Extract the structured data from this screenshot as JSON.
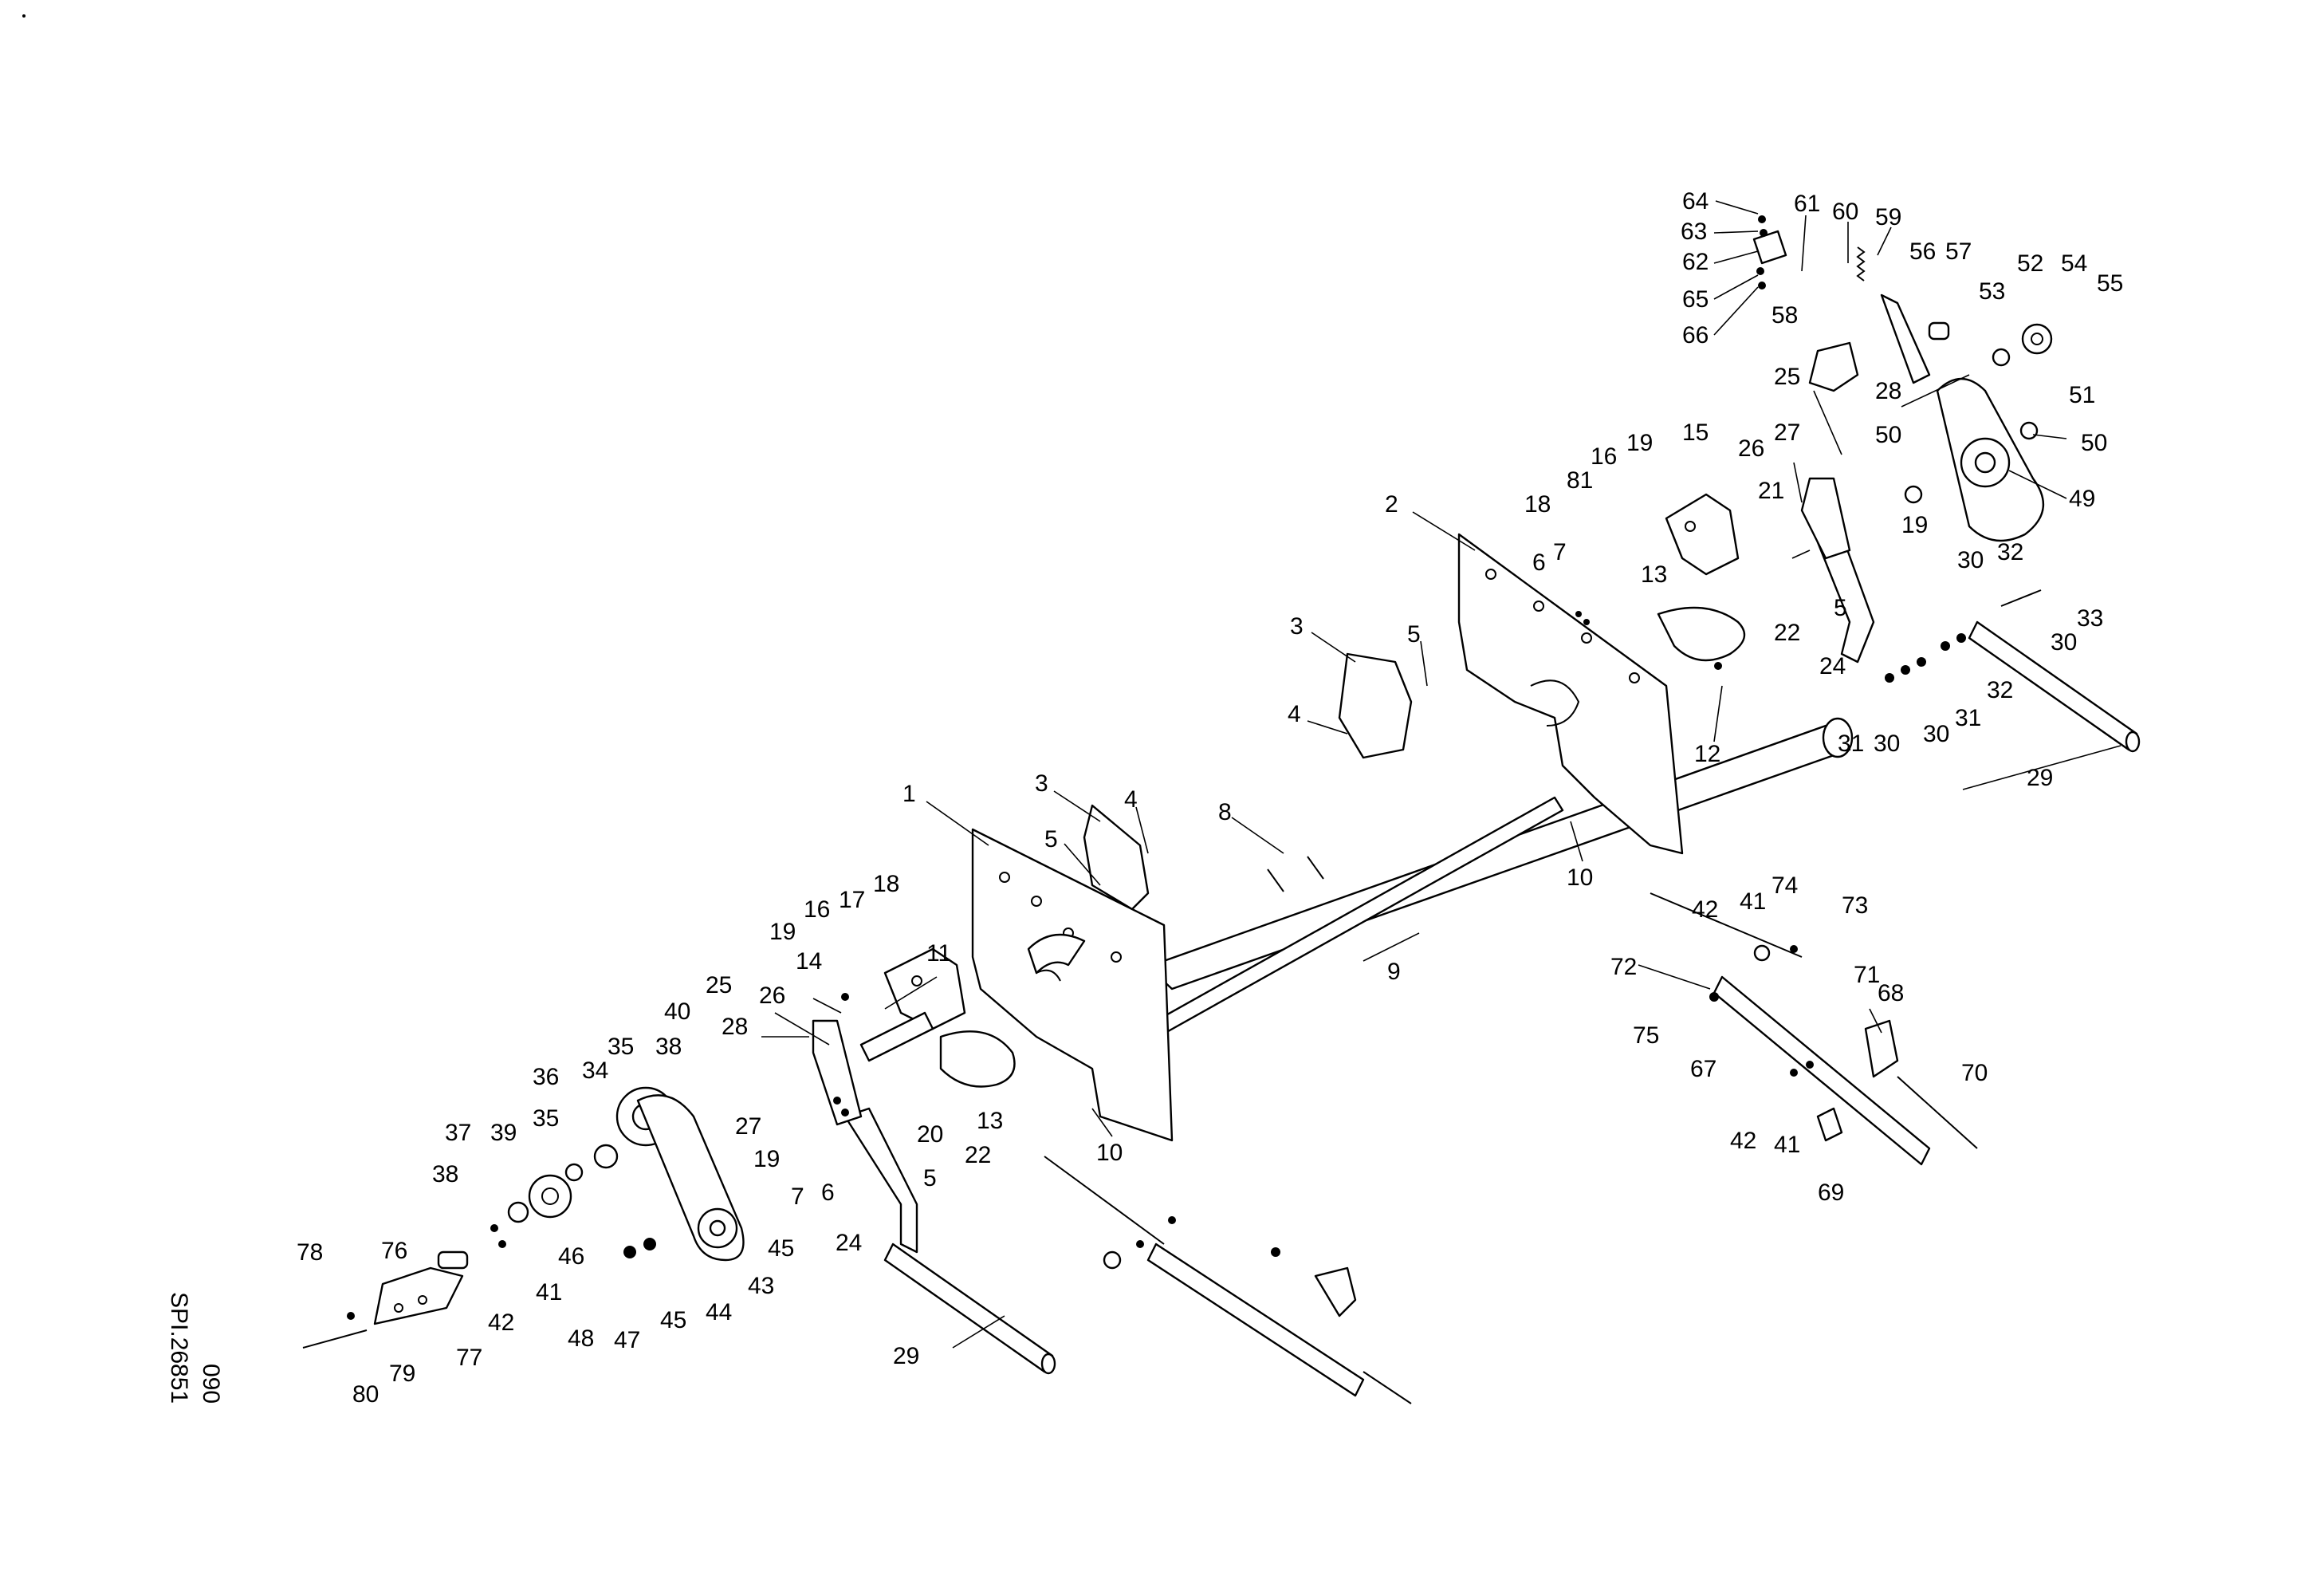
{
  "drawing": {
    "code": "SPI.26851",
    "sheet": "090",
    "callouts": [
      "1",
      "2",
      "3",
      "3",
      "4",
      "4",
      "5",
      "5",
      "5",
      "5",
      "6",
      "6",
      "7",
      "7",
      "8",
      "9",
      "10",
      "10",
      "11",
      "12",
      "13",
      "13",
      "14",
      "15",
      "16",
      "16",
      "17",
      "18",
      "18",
      "19",
      "19",
      "19",
      "19",
      "20",
      "21",
      "22",
      "22",
      "24",
      "24",
      "25",
      "25",
      "26",
      "26",
      "27",
      "27",
      "28",
      "28",
      "29",
      "29",
      "30",
      "30",
      "30",
      "30",
      "31",
      "31",
      "32",
      "32",
      "33",
      "34",
      "35",
      "35",
      "36",
      "37",
      "38",
      "38",
      "39",
      "40",
      "41",
      "41",
      "41",
      "42",
      "42",
      "42",
      "43",
      "44",
      "45",
      "45",
      "46",
      "47",
      "48",
      "49",
      "50",
      "50",
      "51",
      "52",
      "53",
      "54",
      "55",
      "56",
      "57",
      "58",
      "59",
      "60",
      "61",
      "62",
      "63",
      "64",
      "65",
      "66",
      "67",
      "68",
      "69",
      "70",
      "71",
      "72",
      "73",
      "74",
      "75",
      "76",
      "77",
      "78",
      "79",
      "80",
      "81"
    ]
  }
}
